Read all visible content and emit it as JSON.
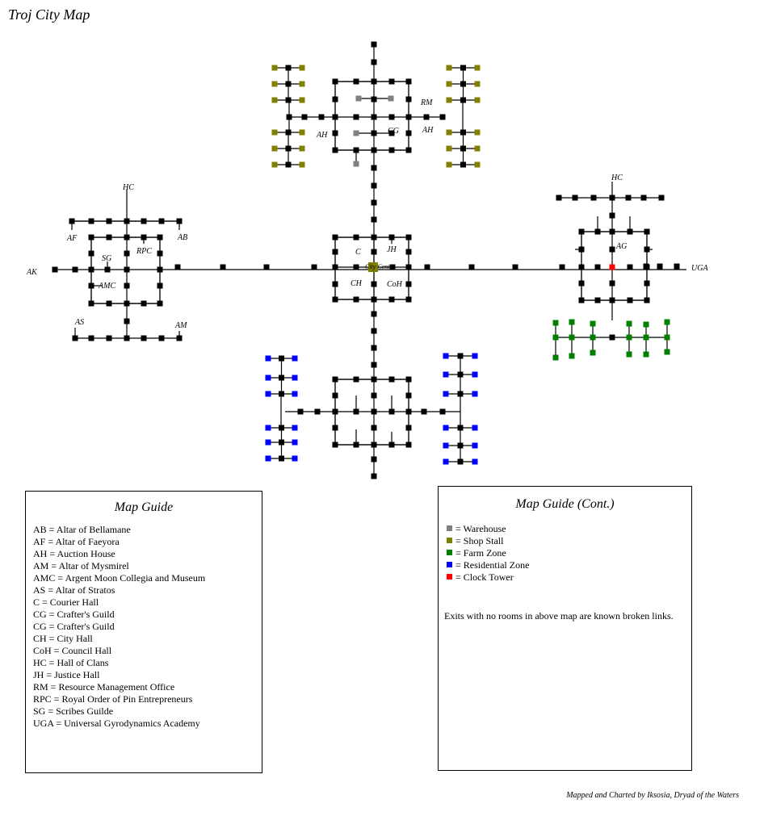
{
  "title": "Troj City Map",
  "credits": "Mapped and Charted by Iksosia, Dryad of the Waters",
  "colors": {
    "room": "#000000",
    "warehouse": "#808080",
    "shop_stall": "#808000",
    "farm_zone": "#008000",
    "residential_zone": "#0000ff",
    "clock_tower": "#ff0000",
    "center": "#808000"
  },
  "map_labels": {
    "hc_west": "HC",
    "hc_east": "HC",
    "af": "AF",
    "ab": "AB",
    "ak": "AK",
    "sg": "SG",
    "rpc": "RPC",
    "amc": "AMC",
    "as": "AS",
    "am": "AM",
    "rm": "RM",
    "cg": "CG",
    "ah_west": "AH",
    "ah_east": "AH",
    "c": "C",
    "jh": "JH",
    "ch": "CH",
    "coh": "CoH",
    "city_center": "City Center",
    "ag": "AG",
    "uga": "UGA"
  },
  "guide": {
    "title": "Map Guide",
    "entries": [
      "AB = Altar of Bellamane",
      "AF = Altar of Faeyora",
      "AH = Auction House",
      "AM = Altar of Mysmirel",
      "AMC = Argent Moon Collegia and Museum",
      "AS = Altar of Stratos",
      "C = Courier Hall",
      "CG = Crafter's Guild",
      "CG = Crafter's Guild",
      "CH = City Hall",
      "CoH = Council Hall",
      "HC = Hall of Clans",
      "JH = Justice Hall",
      "RM = Resource Management Office",
      "RPC = Royal Order of Pin Entrepreneurs",
      "SG = Scribes Guilde",
      "UGA = Universal Gyrodynamics Academy"
    ]
  },
  "guide_cont": {
    "title": "Map Guide (Cont.)",
    "zones": [
      {
        "label": "= Warehouse",
        "color": "#808080"
      },
      {
        "label": "= Shop Stall",
        "color": "#808000"
      },
      {
        "label": "= Farm Zone",
        "color": "#008000"
      },
      {
        "label": "= Residential Zone",
        "color": "#0000ff"
      },
      {
        "label": "= Clock Tower",
        "color": "#ff0000"
      }
    ],
    "note": "Exits with no rooms in above map are known broken links."
  }
}
